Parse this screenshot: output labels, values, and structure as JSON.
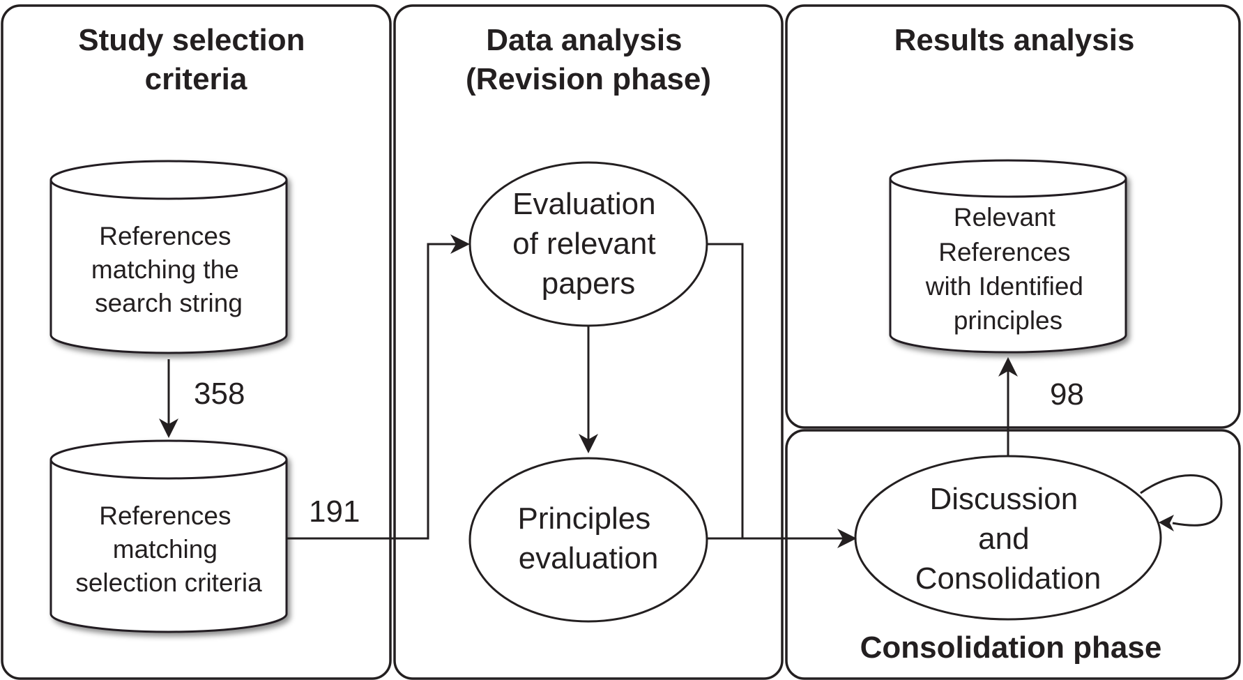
{
  "panels": {
    "study_selection": {
      "title": [
        "Study selection",
        "criteria"
      ]
    },
    "data_analysis": {
      "title": [
        "Data analysis",
        "(Revision phase)"
      ]
    },
    "results_analysis": {
      "title": [
        "Results analysis"
      ]
    },
    "consolidation": {
      "title": [
        "Consolidation phase"
      ]
    }
  },
  "nodes": {
    "search_refs": [
      "References",
      "matching the",
      "search string"
    ],
    "selected_refs": [
      "References",
      "matching",
      "selection criteria"
    ],
    "evaluation": [
      "Evaluation",
      "of relevant",
      "papers"
    ],
    "principles_eval": [
      "Principles",
      "evaluation"
    ],
    "discussion": [
      "Discussion",
      "and",
      "Consolidation"
    ],
    "relevant_refs": [
      "Relevant",
      "References",
      "with Identified",
      "principles"
    ]
  },
  "edge_labels": {
    "search_to_selected": "358",
    "selected_to_evaluation": "191",
    "consolidation_to_relevant": "98"
  },
  "colors": {
    "stroke": "#231f20",
    "background": "#ffffff"
  }
}
